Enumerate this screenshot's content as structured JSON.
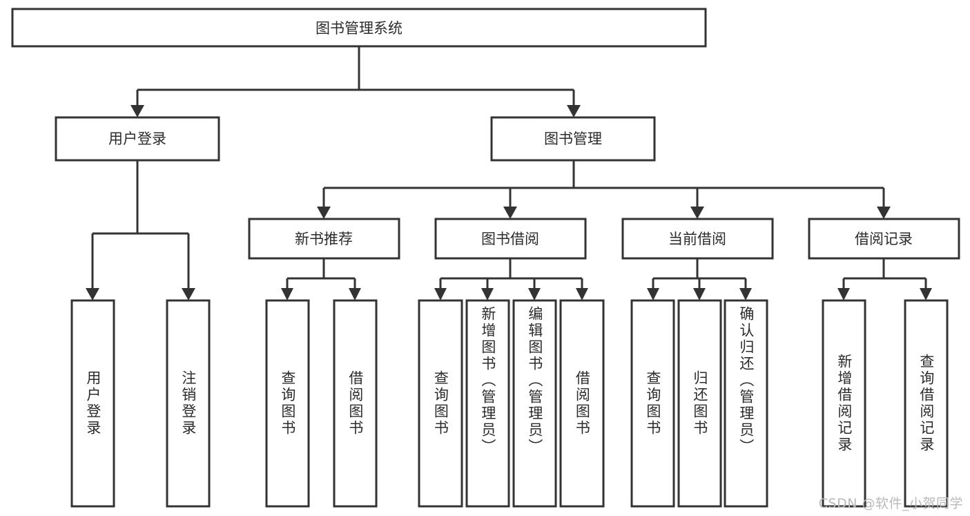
{
  "diagram": {
    "title": "图书管理系统",
    "type": "tree",
    "colors": {
      "stroke": "#333333",
      "fill": "#ffffff",
      "text": "#2b2b2b",
      "watermark": "#b9b9b9",
      "background": "#ffffff"
    },
    "root": {
      "label": "图书管理系统"
    },
    "level2": [
      {
        "label": "用户登录"
      },
      {
        "label": "图书管理"
      }
    ],
    "level3": [
      {
        "label": "新书推荐"
      },
      {
        "label": "图书借阅"
      },
      {
        "label": "当前借阅"
      },
      {
        "label": "借阅记录"
      }
    ],
    "leaves": {
      "user_login": [
        {
          "label": "用户登录"
        },
        {
          "label": "注销登录"
        }
      ],
      "new_book_recommend": [
        {
          "label": "查询图书"
        },
        {
          "label": "借阅图书"
        }
      ],
      "book_borrow": [
        {
          "label": "查询图书"
        },
        {
          "label": "新增图书（管理员）"
        },
        {
          "label": "编辑图书（管理员）"
        },
        {
          "label": "借阅图书"
        }
      ],
      "current_borrow": [
        {
          "label": "查询图书"
        },
        {
          "label": "归还图书"
        },
        {
          "label": "确认归还（管理员）"
        }
      ],
      "borrow_record": [
        {
          "label": "新增借阅记录"
        },
        {
          "label": "查询借阅记录"
        }
      ]
    },
    "watermark": "CSDN @软件_小贺同学"
  }
}
